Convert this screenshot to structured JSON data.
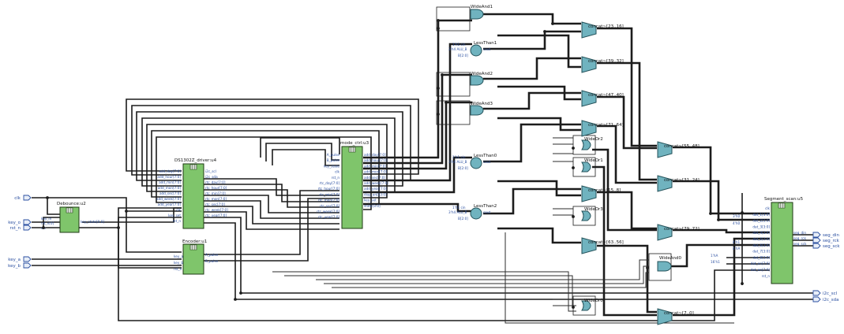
{
  "blocks": [
    {
      "id": "debounce",
      "title": "Debounce:u2",
      "pins_in": [
        "key_in",
        "rst_n[0]",
        "clk"
      ],
      "pins_out": [
        "key_state[0:0]"
      ]
    },
    {
      "id": "ds1302",
      "title": "DS1302Z_driver:u4",
      "pins_in": [
        "add_day[7:0]",
        "add_hour[7:0]",
        "add_min[7:0]",
        "add_mon[7:0]",
        "add_sec[7:0]",
        "add_week[7:0]",
        "add_year[7:0]",
        "clk",
        "key_set",
        "rst_n"
      ],
      "pins_out": [
        "i2c_scl",
        "i2c_sda",
        "rtc_day[7:0]",
        "rtc_hour[7:0]",
        "rtc_min[7:0]",
        "rtc_mon[7:0]",
        "rtc_sec[7:0]",
        "rtc_week[7:0]",
        "rtc_year[7:0]"
      ]
    },
    {
      "id": "encoder",
      "title": "Encoder:u1",
      "pins_in": [
        "key_a",
        "key_b",
        "clk",
        "rst_n"
      ],
      "pins_out": [
        "A_pulse",
        "B_pulse"
      ]
    },
    {
      "id": "mode",
      "title": "mode_ctrl:u3",
      "pins_in": [
        "A_pulse",
        "B_pulse",
        "key_state",
        "clk",
        "rst_n",
        "rtc_day[7:0]",
        "rtc_hour[7:0]",
        "rtc_min[7:0]",
        "rtc_mon[7:0]",
        "rtc_sec[7:0]",
        "rtc_week[7:0]",
        "rtc_year[7:0]"
      ],
      "pins_out": [
        "add_day[7:0]",
        "add_hour[7:0]",
        "add_min[7:0]",
        "add_mon[7:0]",
        "add_sec[7:0]",
        "add_week[7:0]",
        "add_year[7:0]",
        "disp_en[23:0]",
        "key_set",
        "state[3:0]"
      ]
    },
    {
      "id": "segment",
      "title": "Segment_scan:u5",
      "pins_in": [
        "clk",
        "dat_1[3:0]",
        "dat_2[3:0]",
        "dat_3[3:0]",
        "dat_4[3:0]",
        "dat_5[3:0]",
        "dat_6[3:0]",
        "dat_7[3:0]",
        "dat_8[3:0]",
        "dat_en[7:0]",
        "dot_en[7:0]",
        "rst_n"
      ],
      "pins_out": [
        "seg_din",
        "seg_rck",
        "seg_sck"
      ]
    }
  ],
  "ports_in": [
    "clk",
    "key_o",
    "rst_n",
    "key_a",
    "key_b"
  ],
  "ports_out": [
    "seg_din",
    "seg_rck",
    "seg_sck",
    "i2c_scl",
    "i2c_sda"
  ],
  "cells": [
    {
      "id": "wideand1",
      "label": "WideAnd1"
    },
    {
      "id": "wideand2",
      "label": "WideAnd2"
    },
    {
      "id": "wideand3",
      "label": "WideAnd3"
    },
    {
      "id": "wideand0",
      "label": "WideAnd0"
    },
    {
      "id": "widor2",
      "label": "WideOr2"
    },
    {
      "id": "widor1",
      "label": "WideOr1"
    },
    {
      "id": "widor3",
      "label": "WideOr3"
    },
    {
      "id": "widor0",
      "label": "WideOr0"
    },
    {
      "id": "lessthan1",
      "label": "LessThan1",
      "pin_a": "1'h1 cin",
      "pin_b": "3'h4 ALU_B",
      "pin_c": "B[2:0]",
      "pin_out": "cout"
    },
    {
      "id": "lessthan0",
      "label": "LessThan0",
      "pin_a": "1'h1 cin",
      "pin_b": "3'h4 ALU_B",
      "pin_c": "B[2:0]",
      "pin_out": "cout"
    },
    {
      "id": "lessthan2",
      "label": "LessThan2",
      "pin_a": "1'h1 cin",
      "pin_b": "3'h4 ALU_B",
      "pin_c": "B[2:0]",
      "pin_out": "cout"
    }
  ],
  "muxes": [
    {
      "id": "c2316",
      "label": "concat~[23..16]"
    },
    {
      "id": "c3932",
      "label": "concat~[39..32]"
    },
    {
      "id": "c4740",
      "label": "concat~[47..40]"
    },
    {
      "id": "c7164",
      "label": "concat~[71..64]"
    },
    {
      "id": "c5548",
      "label": "concat~[55..48]"
    },
    {
      "id": "c3124",
      "label": "concat~[31..24]"
    },
    {
      "id": "c158",
      "label": "concat~[15..8]"
    },
    {
      "id": "c7972",
      "label": "concat~[79..72]"
    },
    {
      "id": "c6356",
      "label": "concat~[63..56]"
    },
    {
      "id": "c70",
      "label": "concat~[7..0]"
    }
  ],
  "segment_tap_labels": [
    "3'h0",
    "4'h0",
    "4'h1",
    "4'hA",
    "1'hA",
    "16'h1"
  ],
  "colors": {
    "block_fill": "#7fc56b",
    "cell_fill": "#70b3bf",
    "wire": "#1c1c1c",
    "port_text": "#2a4fa0"
  }
}
